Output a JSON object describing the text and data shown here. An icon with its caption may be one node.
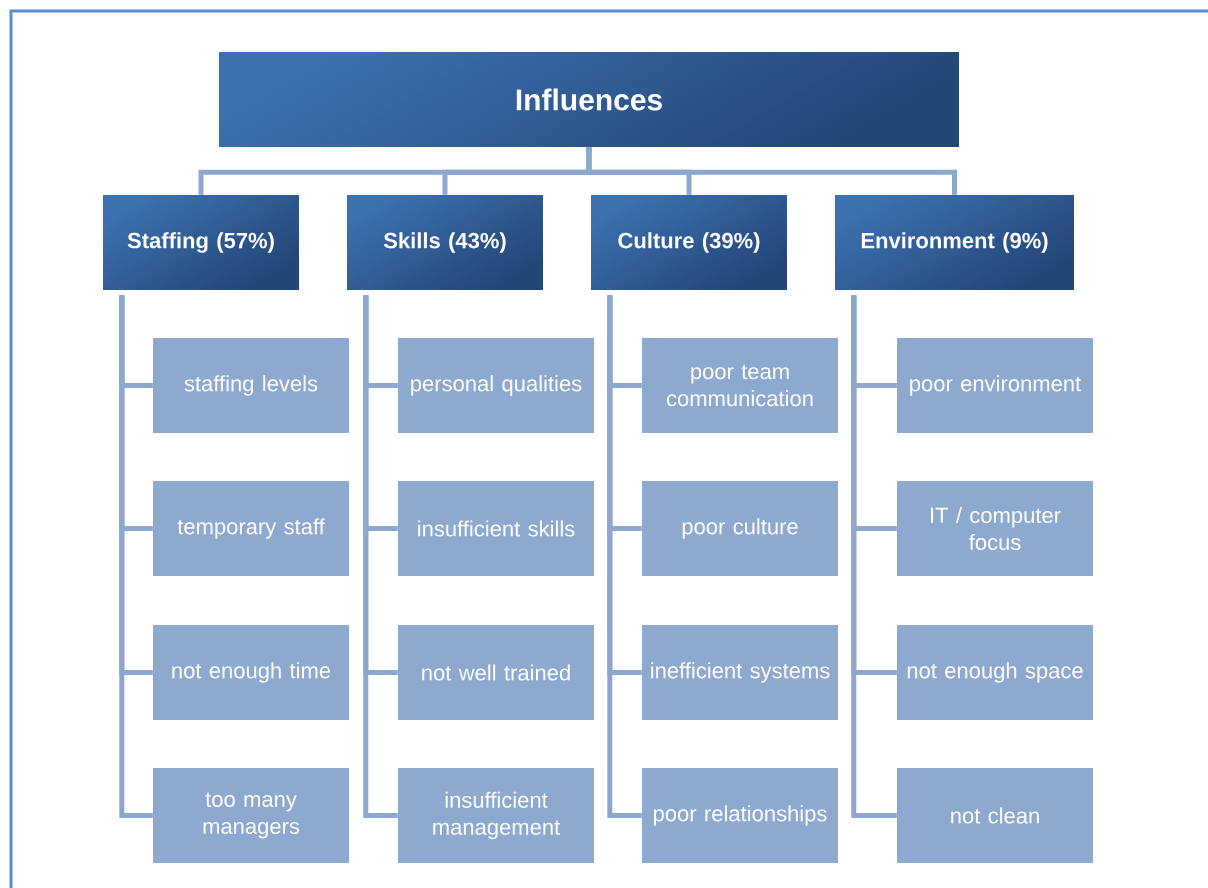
{
  "diagram": {
    "nodes": [
      {
        "text": [
          "Influences"
        ]
      },
      {
        "text": [
          "Staffing (57%)"
        ]
      },
      {
        "text": [
          "Skills (43%)"
        ]
      },
      {
        "text": [
          "Culture (39%)"
        ]
      },
      {
        "text": [
          "Environment (9%)"
        ]
      },
      {
        "text": [
          "staffing levels"
        ]
      },
      {
        "text": [
          "temporary staff"
        ]
      },
      {
        "text": [
          "not enough time"
        ]
      },
      {
        "text": [
          "too many managers"
        ]
      },
      {
        "text": [
          "personal qualities"
        ]
      },
      {
        "text": [
          "insufficient skills"
        ]
      },
      {
        "text": [
          "not well trained"
        ]
      },
      {
        "text": [
          "insufficient management"
        ]
      },
      {
        "text": [
          "poor team communication"
        ]
      },
      {
        "text": [
          "poor culture"
        ]
      },
      {
        "text": [
          "inefficient systems"
        ]
      },
      {
        "text": [
          "poor relationships"
        ]
      },
      {
        "text": [
          "poor environment"
        ]
      },
      {
        "text": [
          "IT / computer focus"
        ]
      },
      {
        "text": [
          "not enough space"
        ]
      },
      {
        "text": [
          "not clean"
        ]
      }
    ],
    "edges": [
      {
        "from": 0,
        "to": 1,
        "arrow": "none"
      },
      {
        "from": 0,
        "to": 2,
        "arrow": "none"
      },
      {
        "from": 0,
        "to": 3,
        "arrow": "none"
      },
      {
        "from": 0,
        "to": 4,
        "arrow": "none"
      },
      {
        "from": 1,
        "to": 5,
        "arrow": "none"
      },
      {
        "from": 1,
        "to": 6,
        "arrow": "none"
      },
      {
        "from": 1,
        "to": 7,
        "arrow": "none"
      },
      {
        "from": 1,
        "to": 8,
        "arrow": "none"
      },
      {
        "from": 2,
        "to": 9,
        "arrow": "none"
      },
      {
        "from": 2,
        "to": 10,
        "arrow": "none"
      },
      {
        "from": 2,
        "to": 11,
        "arrow": "none"
      },
      {
        "from": 2,
        "to": 12,
        "arrow": "none"
      },
      {
        "from": 3,
        "to": 13,
        "arrow": "none"
      },
      {
        "from": 3,
        "to": 14,
        "arrow": "none"
      },
      {
        "from": 3,
        "to": 15,
        "arrow": "none"
      },
      {
        "from": 3,
        "to": 16,
        "arrow": "none"
      },
      {
        "from": 4,
        "to": 17,
        "arrow": "none"
      },
      {
        "from": 4,
        "to": 18,
        "arrow": "none"
      },
      {
        "from": 4,
        "to": 19,
        "arrow": "none"
      },
      {
        "from": 4,
        "to": 20,
        "arrow": "none"
      }
    ]
  }
}
